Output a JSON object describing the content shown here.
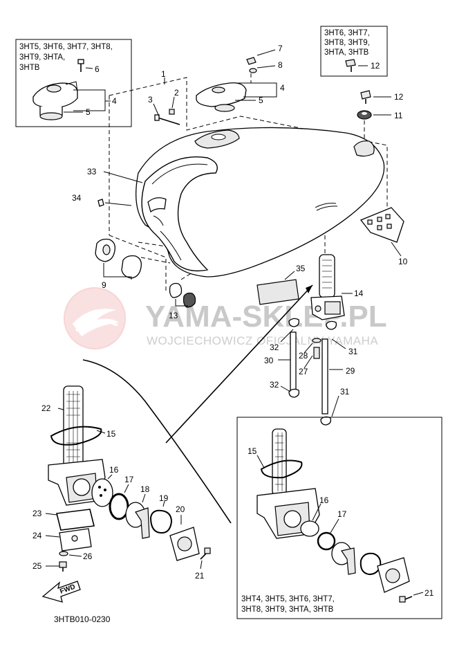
{
  "watermark": {
    "main": "YAMA-SKLEP.PL",
    "sub": "WOJCIECHOWICZ OFICJALNY YAMAHA"
  },
  "boxes": {
    "top_left_models": [
      "3HT5, 3HT6, 3HT7, 3HT8,",
      "3HT9, 3HTA,",
      "3HTB"
    ],
    "top_right_models": [
      "3HT6, 3HT7,",
      "3HT8, 3HT9,",
      "3HTA, 3HTB"
    ],
    "bottom_right_models": [
      "3HT4, 3HT5, 3HT6, 3HT7,",
      "3HT8, 3HT9, 3HTA, 3HTB"
    ]
  },
  "callouts": {
    "p1": "1",
    "p2": "2",
    "p3": "3",
    "p4a": "4",
    "p4b": "4",
    "p5a": "5",
    "p5b": "5",
    "p6": "6",
    "p7": "7",
    "p8": "8",
    "p9": "9",
    "p10": "10",
    "p11": "11",
    "p12a": "12",
    "p12b": "12",
    "p13": "13",
    "p14": "14",
    "p15a": "15",
    "p15b": "15",
    "p16a": "16",
    "p16b": "16",
    "p17a": "17",
    "p17b": "17",
    "p18": "18",
    "p19": "19",
    "p20": "20",
    "p21a": "21",
    "p21b": "21",
    "p22": "22",
    "p23": "23",
    "p24": "24",
    "p25": "25",
    "p26": "26",
    "p27": "27",
    "p28": "28",
    "p29": "29",
    "p30": "30",
    "p31a": "31",
    "p31b": "31",
    "p32a": "32",
    "p32b": "32",
    "p33": "33",
    "p34": "34",
    "p35": "35"
  },
  "fwd_label": "FWD",
  "diagram_code": "3HTB010-0230"
}
